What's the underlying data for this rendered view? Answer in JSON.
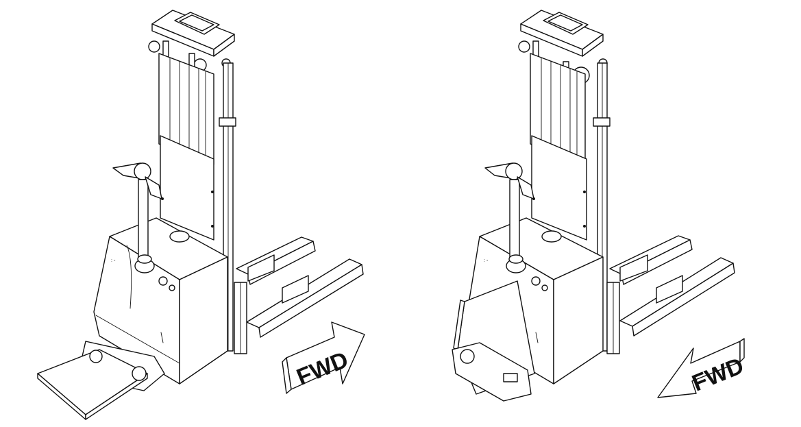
{
  "illustrations": [
    {
      "name": "stacker-platform-folded-down",
      "arrow": {
        "label": "FWD",
        "direction": "right"
      }
    },
    {
      "name": "stacker-platform-folded-up",
      "arrow": {
        "label": "FWD",
        "direction": "left"
      }
    }
  ],
  "colors": {
    "line": "#111111",
    "background": "#ffffff"
  }
}
